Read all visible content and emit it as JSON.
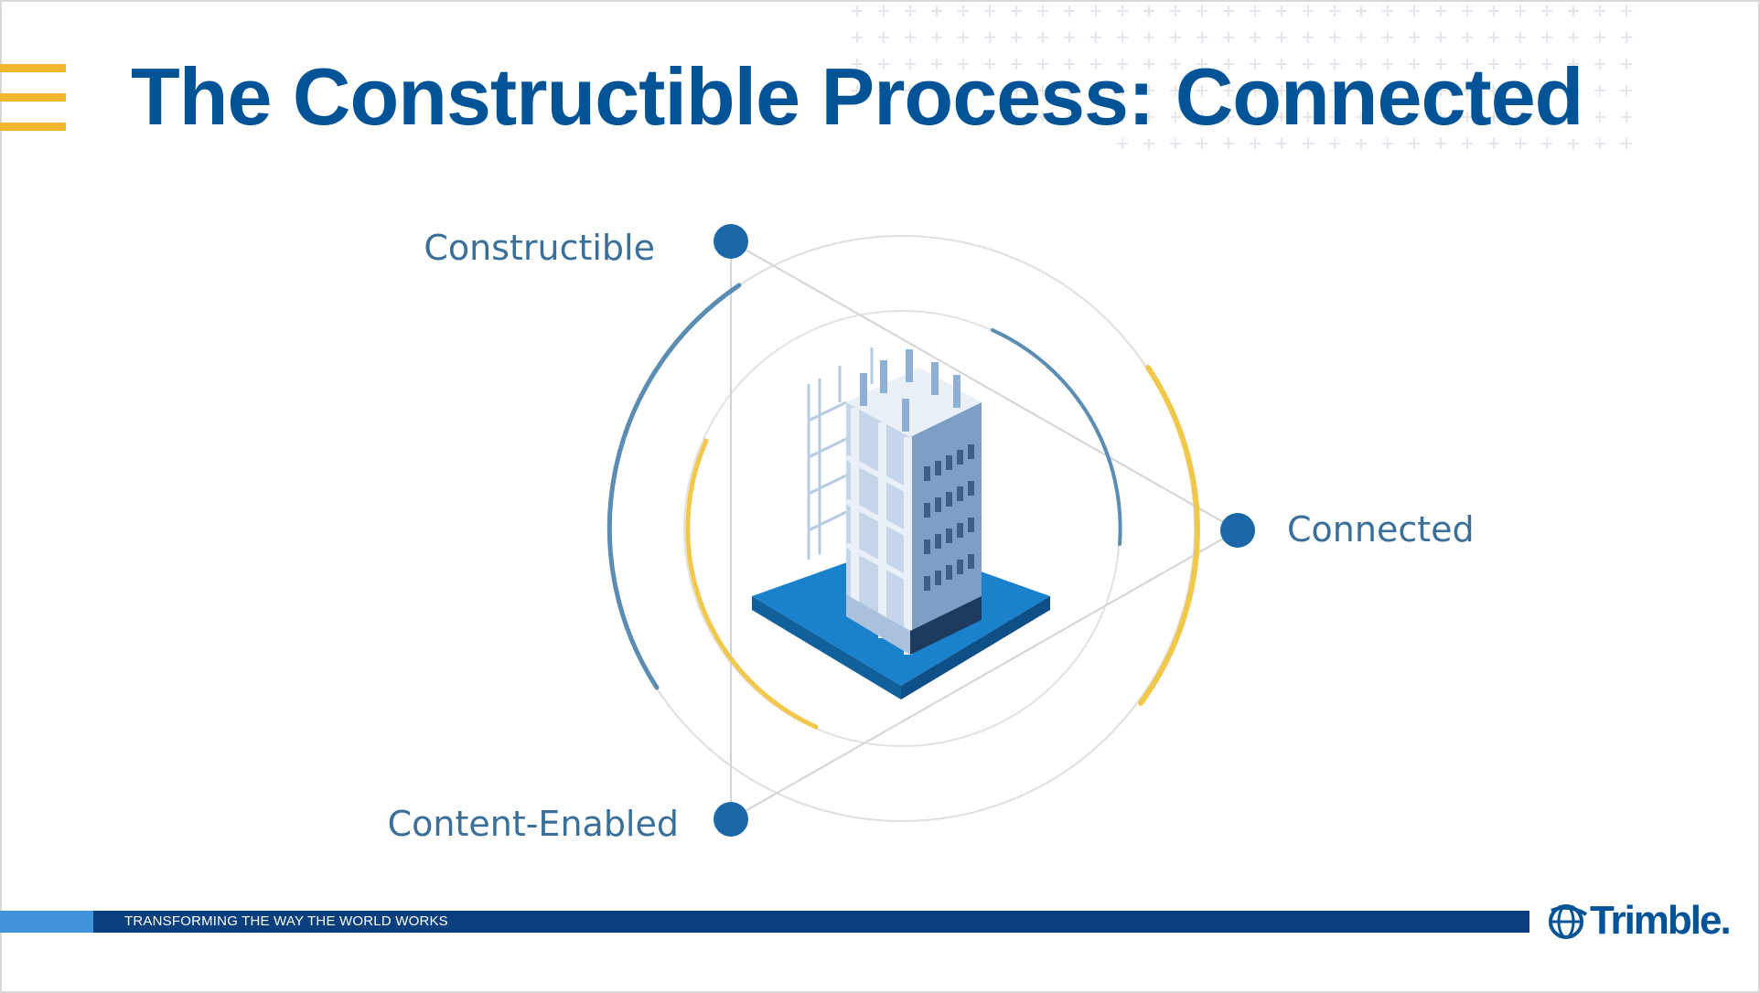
{
  "slide": {
    "title": "The Constructible Process: Connected",
    "tagline": "TRANSFORMING THE WAY THE WORLD WORKS",
    "logo_text": "Trimble."
  },
  "diagram": {
    "nodes": [
      {
        "label": "Constructible"
      },
      {
        "label": "Connected"
      },
      {
        "label": "Content-Enabled"
      }
    ]
  },
  "colors": {
    "title": "#005397",
    "accent_yellow": "#f2b630",
    "node_blue": "#1b67a7",
    "arc_blue": "#5b8db3",
    "footer_dark": "#0a3f7d",
    "footer_light": "#3f94dc"
  },
  "icons": {
    "menu": "hamburger-icon",
    "building": "building-illustration",
    "logo": "trimble-globe-icon"
  }
}
